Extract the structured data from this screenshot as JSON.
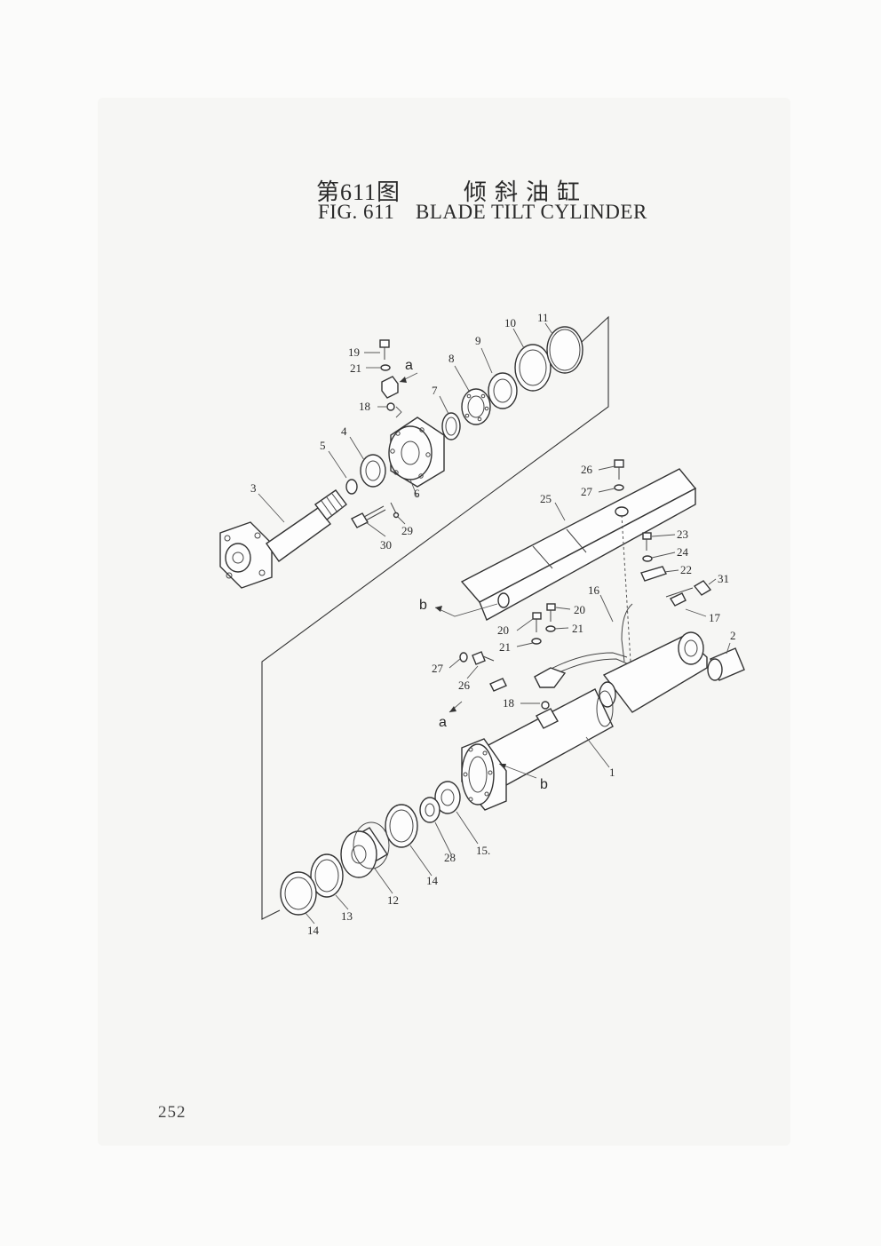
{
  "figure": {
    "title_cn_number": "第611图",
    "title_cn_name": "倾斜油缸",
    "title_en_number": "FIG. 611",
    "title_en_name": "BLADE TILT CYLINDER"
  },
  "page_number": "252",
  "callouts": {
    "c1": "1",
    "c2": "2",
    "c3": "3",
    "c4": "4",
    "c5": "5",
    "c6": "6",
    "c7": "7",
    "c8": "8",
    "c9": "9",
    "c10": "10",
    "c11": "11",
    "c12": "12",
    "c13": "13",
    "c14a": "14",
    "c14b": "14",
    "c15": "15.",
    "c16": "16",
    "c17": "17",
    "c18a": "18",
    "c18b": "18",
    "c19": "19",
    "c20a": "20",
    "c20b": "20",
    "c21a": "21",
    "c21b": "21",
    "c21c": "21",
    "c22": "22",
    "c23": "23",
    "c24": "24",
    "c25": "25",
    "c26a": "26",
    "c26b": "26",
    "c27a": "27",
    "c27b": "27",
    "c28": "28",
    "c29": "29",
    "c30": "30",
    "c31": "31"
  },
  "reference_marks": {
    "a_top": "a",
    "a_bottom": "a",
    "b_left": "b",
    "b_right": "b"
  }
}
